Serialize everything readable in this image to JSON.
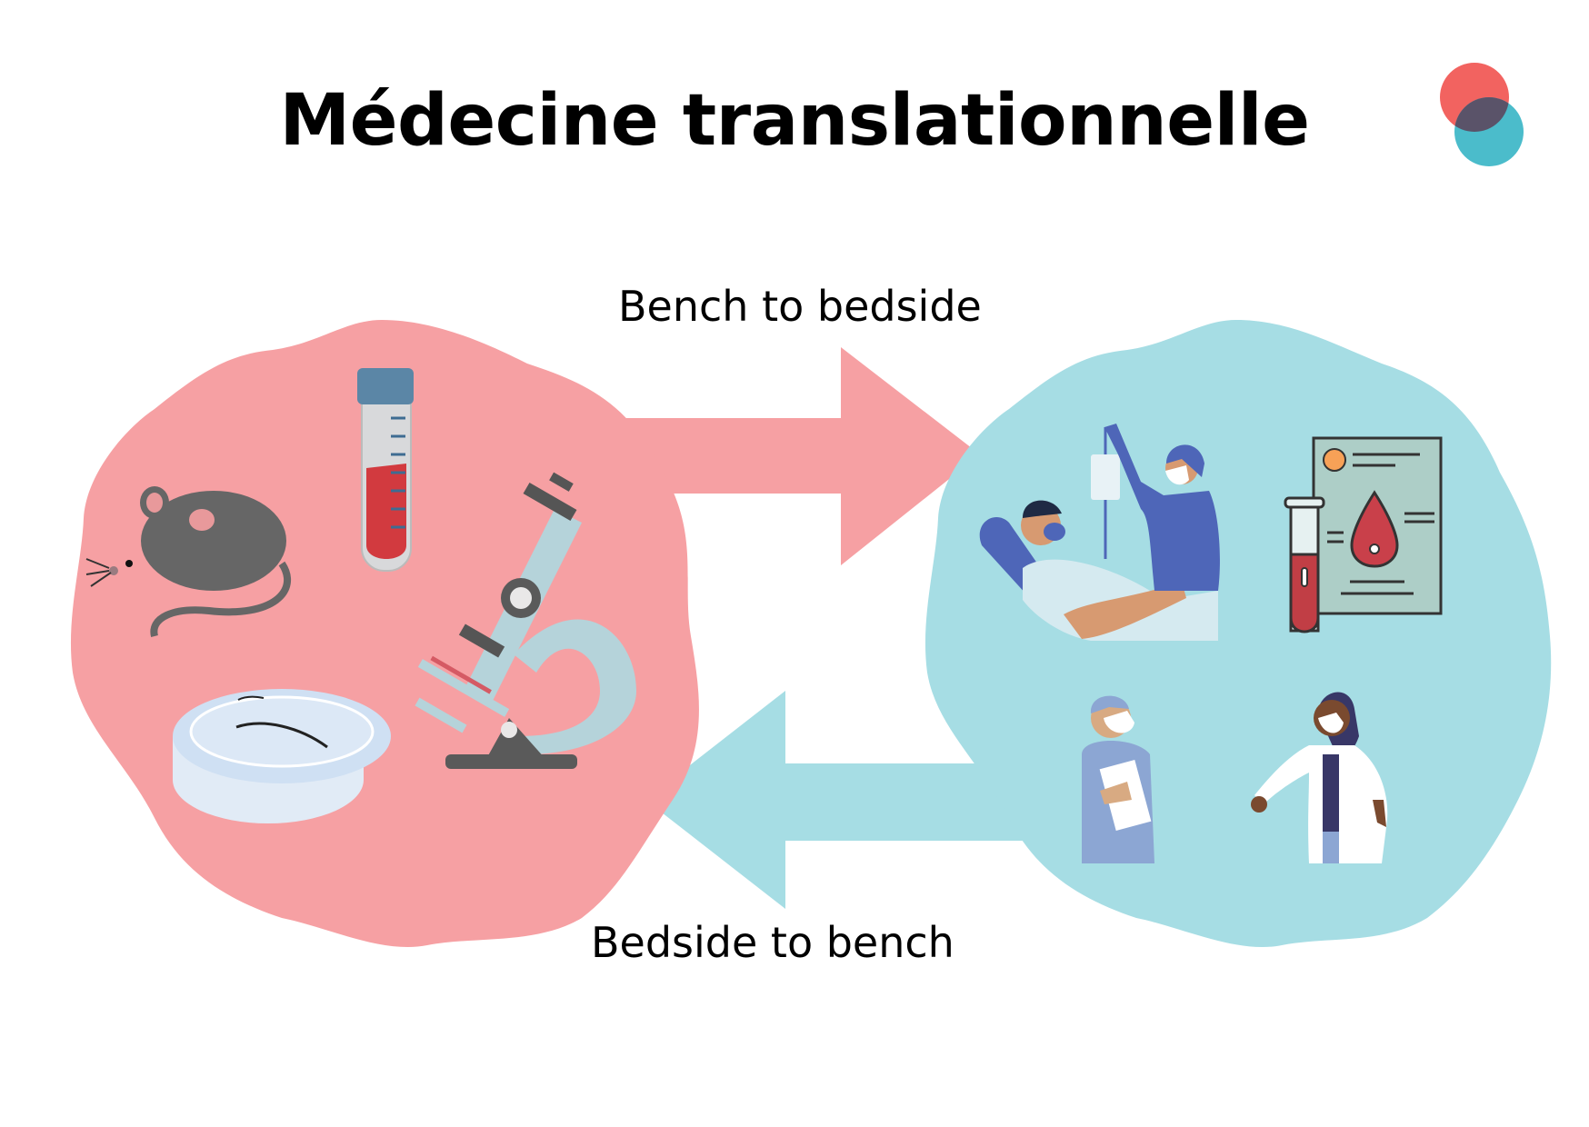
{
  "title": "Médecine translationnelle",
  "arrows": {
    "top": {
      "label": "Bench to bedside",
      "direction": "right",
      "color": "#F6A0A3"
    },
    "bottom": {
      "label": "Bedside to bench",
      "direction": "left",
      "color": "#A6DDE4"
    }
  },
  "panels": {
    "bench": {
      "color": "#F6A0A3",
      "items": [
        "mouse-icon",
        "test-tube-icon",
        "microscope-icon",
        "petri-dish-icon"
      ]
    },
    "bedside": {
      "color": "#A6DDE4",
      "items": [
        "patient-iv-icon",
        "blood-test-report-icon",
        "nurse-icon",
        "doctor-icon"
      ]
    }
  },
  "logo": {
    "colors": [
      "#F26360",
      "#4BBCCB",
      "#5A5369"
    ]
  }
}
